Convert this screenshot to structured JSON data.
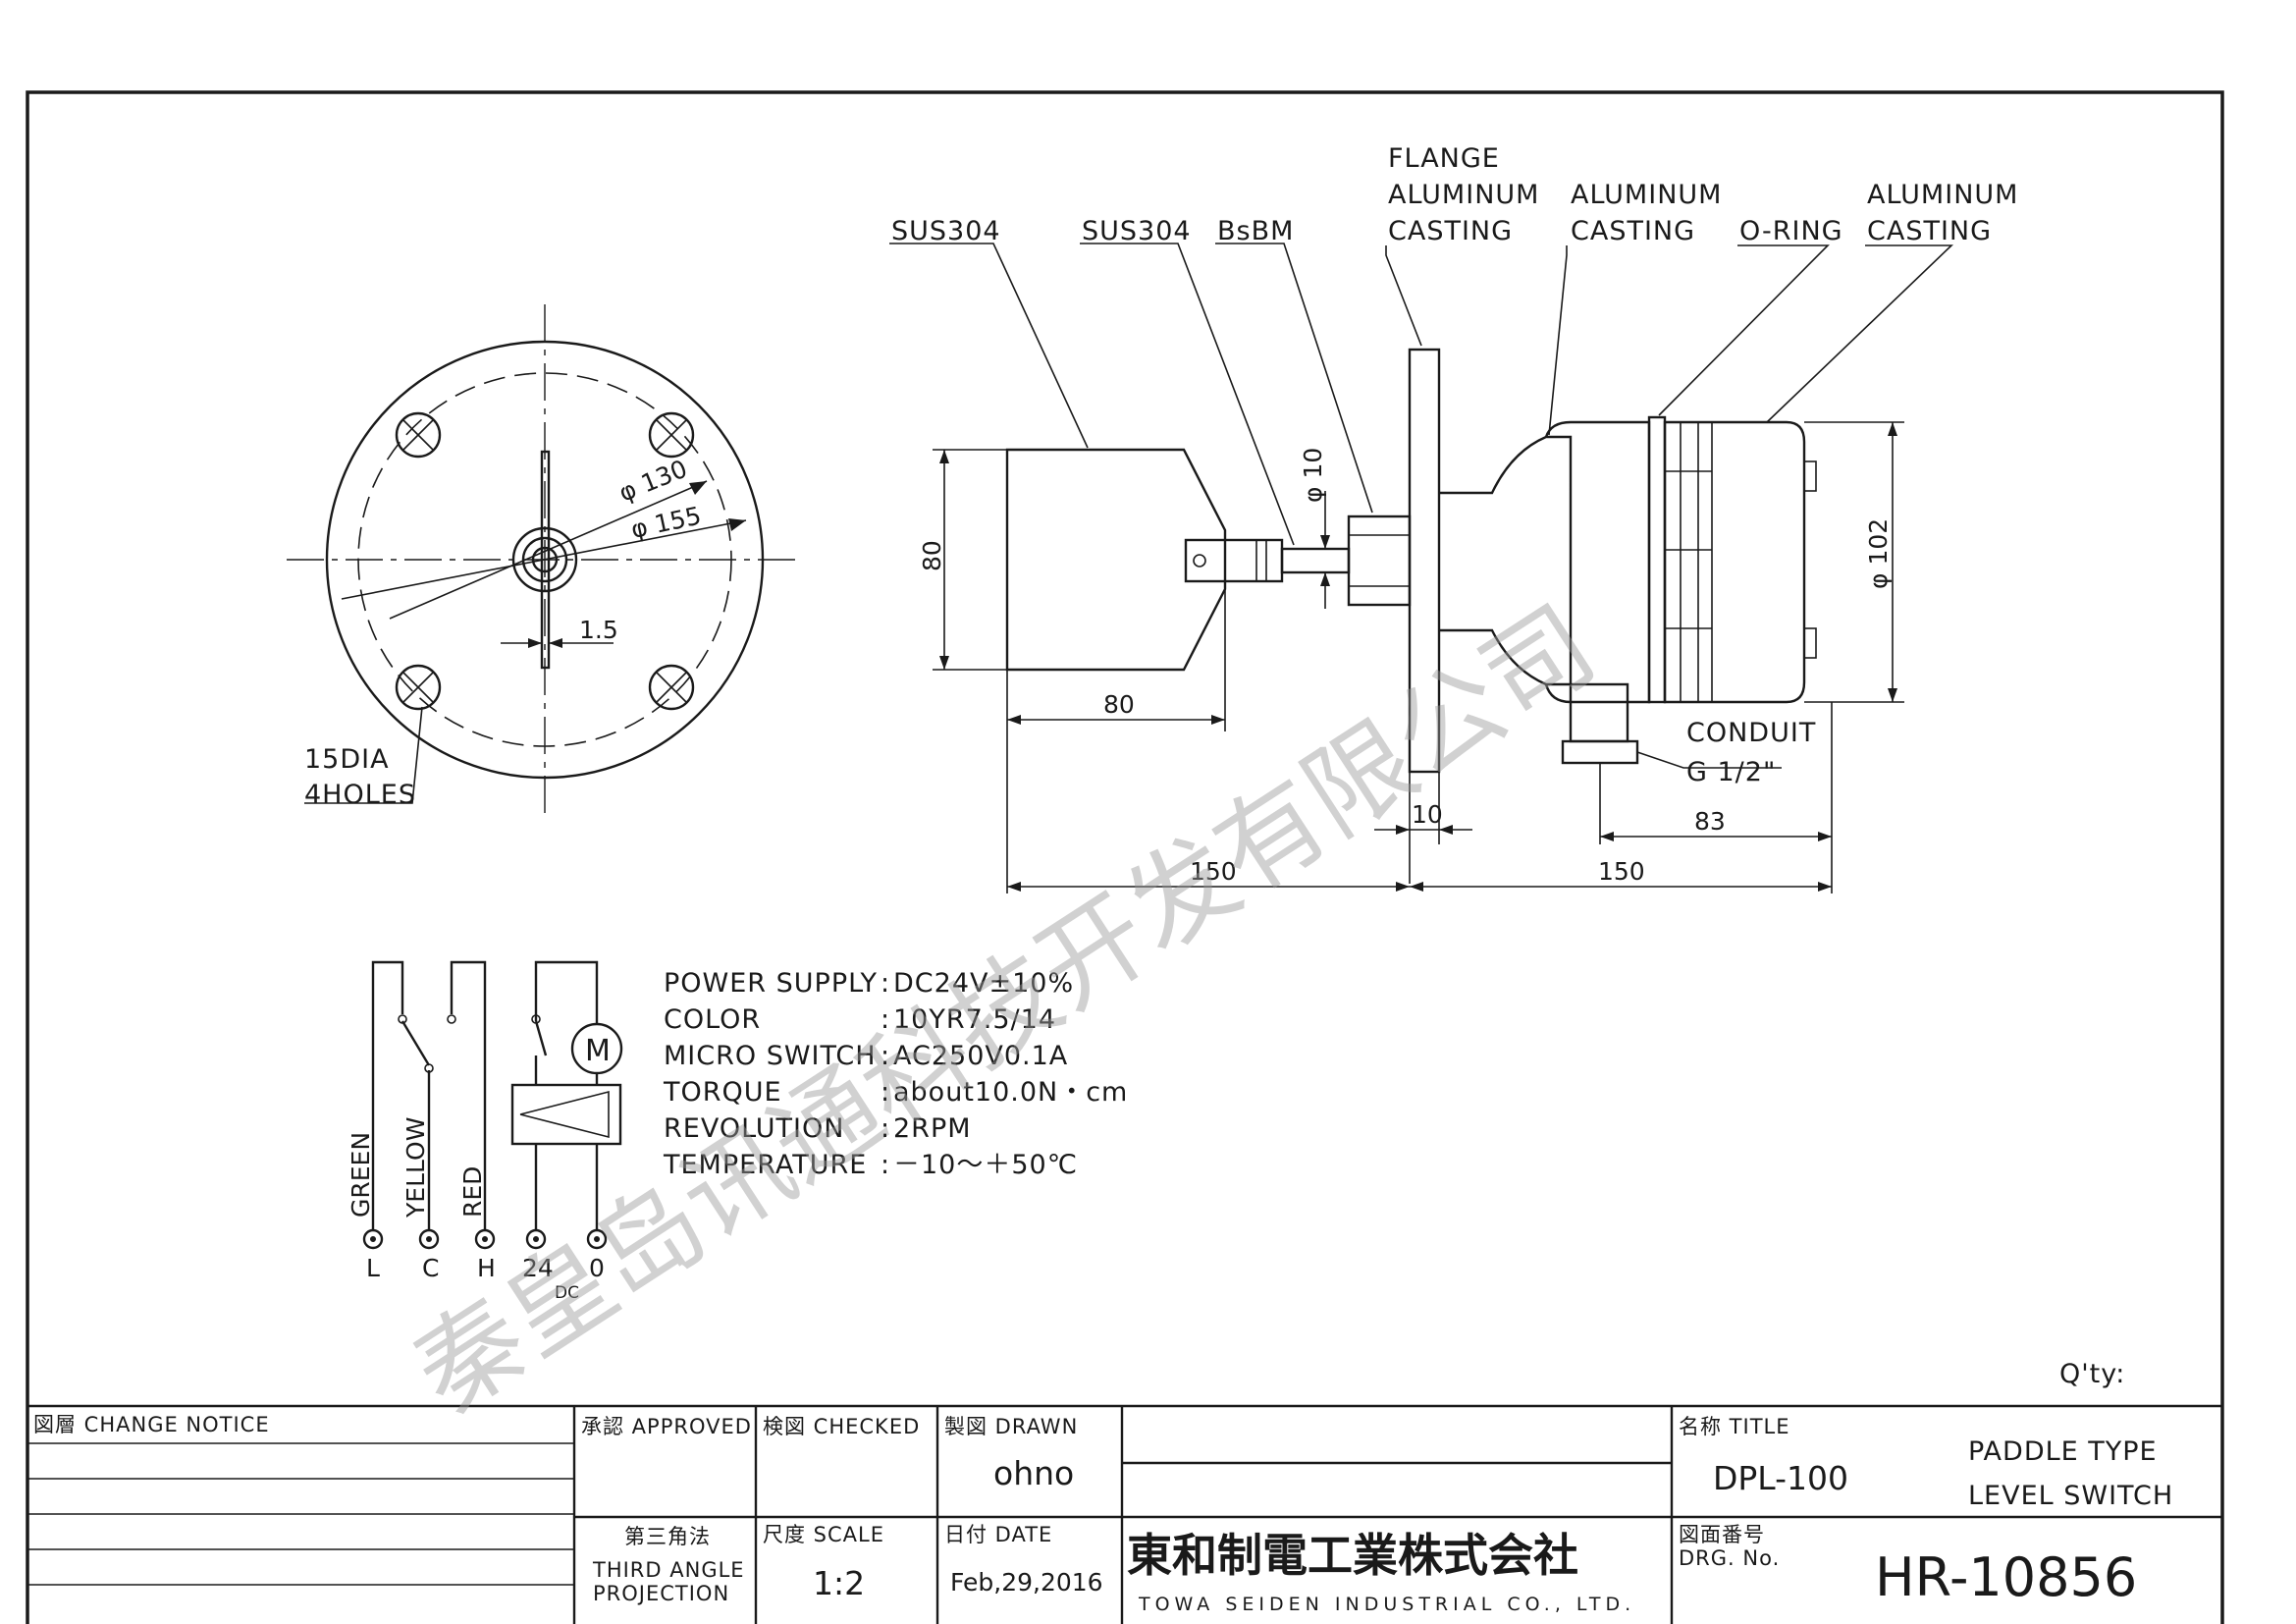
{
  "callouts": {
    "sus304_a": "SUS304",
    "sus304_b": "SUS304",
    "bsbm": "BsBM",
    "flange_1": "FLANGE",
    "flange_2": "ALUMINUM",
    "flange_3": "CASTING",
    "body_1": "ALUMINUM",
    "body_2": "CASTING",
    "oring": "O-RING",
    "cover_1": "ALUMINUM",
    "cover_2": "CASTING",
    "conduit_1": "CONDUIT",
    "conduit_2": "G 1/2\"",
    "holes_1": "15DIA",
    "holes_2": "4HOLES"
  },
  "dimensions": {
    "d130": "φ 130",
    "d155": "φ 155",
    "t15": "1.5",
    "d10": "φ 10",
    "h80": "80",
    "w80": "80",
    "w10": "10",
    "w83": "83",
    "d102": "φ 102",
    "l150a": "150",
    "l150b": "150"
  },
  "wiring": {
    "green": "GREEN",
    "yellow": "YELLOW",
    "red": "RED",
    "motor": "M",
    "t_l": "L",
    "t_c": "C",
    "t_h": "H",
    "t_24": "24",
    "t_0": "0",
    "dc": "DC"
  },
  "specs": [
    {
      "key": "POWER SUPPLY",
      "val": "DC24V±10%"
    },
    {
      "key": "COLOR",
      "val": "10YR7.5/14"
    },
    {
      "key": "MICRO SWITCH",
      "val": "AC250V0.1A"
    },
    {
      "key": "TORQUE",
      "val": "about10.0N・cm"
    },
    {
      "key": "REVOLUTION",
      "val": "2RPM"
    },
    {
      "key": "TEMPERATURE",
      "val": "－10～＋50℃"
    }
  ],
  "qty_label": "Q'ty:",
  "title_block": {
    "change_notice": "図層 CHANGE NOTICE",
    "approved": "承認 APPROVED",
    "checked": "検図 CHECKED",
    "drawn": "製図 DRAWN",
    "drawn_by": "ohno",
    "projection_jp": "第三角法",
    "projection_1": "THIRD ANGLE",
    "projection_2": "PROJECTION",
    "scale_label": "尺度 SCALE",
    "scale": "1:2",
    "date_label": "日付 DATE",
    "date": "Feb,29,2016",
    "company_jp": "東和制電工業株式会社",
    "company_en": "TOWA SEIDEN INDUSTRIAL CO., LTD.",
    "title_label": "名称 TITLE",
    "model": "DPL-100",
    "title_1": "PADDLE TYPE",
    "title_2": "LEVEL SWITCH",
    "drg_label_jp": "図面番号",
    "drg_label": "DRG. No.",
    "drg_no": "HR-10856"
  },
  "watermark": "秦皇岛讯通科技开发有限公司"
}
